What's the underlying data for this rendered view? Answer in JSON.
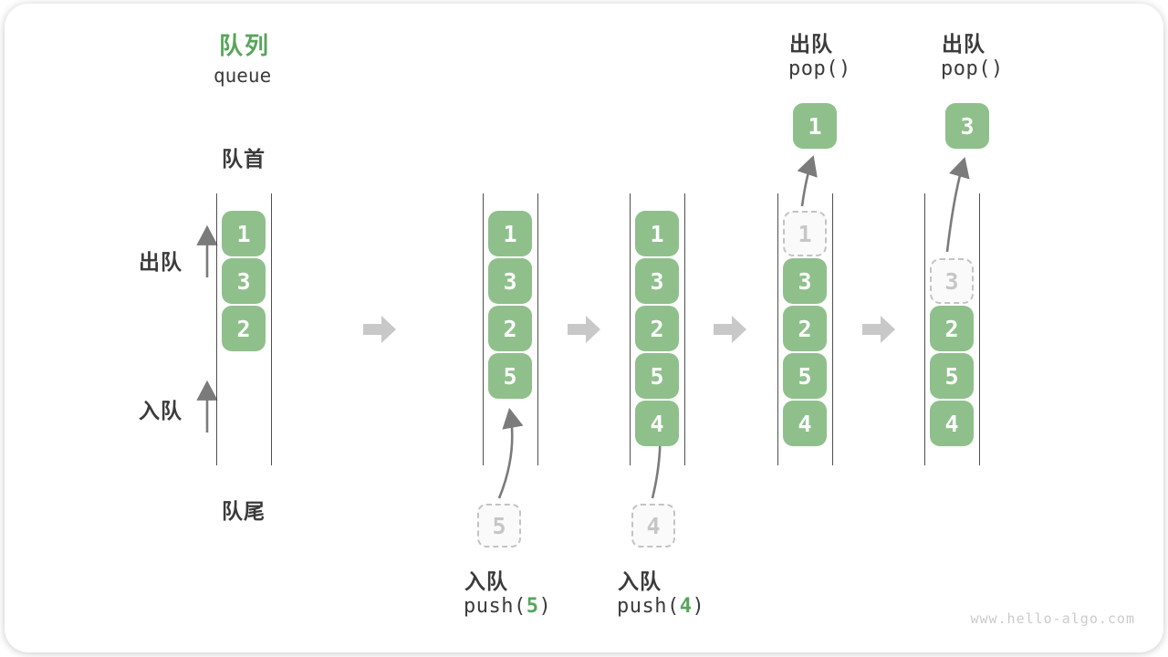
{
  "title": {
    "zh": "队列",
    "en": "queue"
  },
  "side_labels": {
    "front": "队首",
    "rear": "队尾",
    "dequeue": "出队",
    "enqueue": "入队"
  },
  "colors": {
    "accent_green": "#57A55A",
    "box_green": "#8FC08B",
    "ghost_border": "#C3C3C3",
    "ghost_text": "#C6C6C6",
    "text_dark": "#3B3B3B",
    "column_line": "#4F4F4F",
    "thin_arrow": "#7B7B7B",
    "block_arrow": "#C8C8C8",
    "watermark": "#CBCBCB"
  },
  "states": [
    {
      "name": "initial",
      "cells": [
        "1",
        "3",
        "2"
      ]
    },
    {
      "name": "after-push-5",
      "cells": [
        "1",
        "3",
        "2",
        "5"
      ],
      "pending": "5",
      "op": {
        "label": "入队",
        "code_pre": "push(",
        "code_num": "5",
        "code_post": ")"
      }
    },
    {
      "name": "after-push-4",
      "cells": [
        "1",
        "3",
        "2",
        "5",
        "4"
      ],
      "pending": "4",
      "op": {
        "label": "入队",
        "code_pre": "push(",
        "code_num": "4",
        "code_post": ")"
      }
    },
    {
      "name": "after-pop-1",
      "ghost_cell": "1",
      "cells": [
        "3",
        "2",
        "5",
        "4"
      ],
      "popped": "1",
      "op": {
        "label": "出队",
        "code_pre": "pop()",
        "code_num": "",
        "code_post": ""
      }
    },
    {
      "name": "after-pop-3",
      "ghost_cell": "3",
      "cells": [
        "2",
        "5",
        "4"
      ],
      "popped": "3",
      "op": {
        "label": "出队",
        "code_pre": "pop()",
        "code_num": "",
        "code_post": ""
      }
    }
  ],
  "watermark": "www.hello-algo.com"
}
